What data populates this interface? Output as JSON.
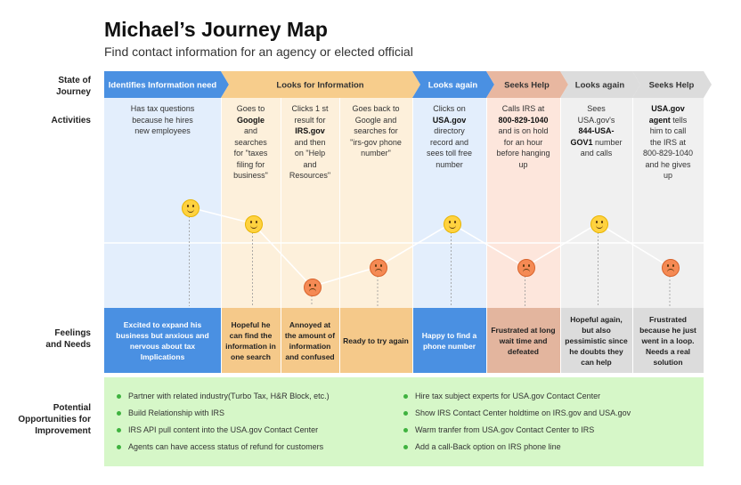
{
  "title": "Michael’s Journey Map",
  "subtitle": "Find contact information for an agency or elected official",
  "row_labels": {
    "state": "State of\nJourney",
    "activities": "Activities",
    "feelings": "Feelings\nand Needs",
    "opportunities": "Potential\nOpportunities for\nImprovement"
  },
  "stages": [
    {
      "label": "Identifies Information need",
      "color": "#4a90e2",
      "text_color": "#ffffff"
    },
    {
      "label": "Looks for Information",
      "color": "#f7cd8c",
      "text_color": "#333333"
    },
    {
      "label": "Looks again",
      "color": "#4a90e2",
      "text_color": "#ffffff"
    },
    {
      "label": "Seeks Help",
      "color": "#e8b7a0",
      "text_color": "#333333"
    },
    {
      "label": "Looks again",
      "color": "#dcdcdc",
      "text_color": "#333333"
    },
    {
      "label": "Seeks Help",
      "color": "#dcdcdc",
      "text_color": "#333333"
    }
  ],
  "columns": [
    {
      "activity": [
        "Has tax questions",
        "because he hires",
        "new employees"
      ],
      "feeling": "Excited to expand his business but anxious and nervous about tax Implications",
      "mood": "happy",
      "bg": "#e3eefc",
      "feel_bg": "#4a90e2",
      "feel_color": "#ffffff"
    },
    {
      "activity": [
        "Goes to",
        "**Google**",
        "and",
        "searches",
        "for \"taxes",
        "filing  for",
        "business\""
      ],
      "feeling": "Hopeful he can find the information in one search",
      "mood": "happy",
      "bg": "#fdf0db",
      "feel_bg": "#f5c98a",
      "feel_color": "#222222"
    },
    {
      "activity": [
        "Clicks 1 st",
        "result for",
        "**IRS.gov**",
        "and then",
        "on \"Help",
        "and",
        "Resources\""
      ],
      "feeling": "Annoyed at the amount of information and confused",
      "mood": "sad",
      "bg": "#fdf0db",
      "feel_bg": "#f5c98a",
      "feel_color": "#222222"
    },
    {
      "activity": [
        "Goes back to",
        "Google  and",
        "searches for",
        "\"irs-gov phone",
        "number\""
      ],
      "feeling": "Ready to try again",
      "mood": "sad",
      "bg": "#fdf0db",
      "feel_bg": "#f5c98a",
      "feel_color": "#222222"
    },
    {
      "activity": [
        "Clicks on",
        "**USA.gov**",
        "directory",
        "record and",
        "sees toll free",
        "number"
      ],
      "feeling": "Happy to find a phone number",
      "mood": "happy",
      "bg": "#e3eefc",
      "feel_bg": "#4a90e2",
      "feel_color": "#ffffff"
    },
    {
      "activity": [
        "Calls IRS at",
        "**800-829-1040**",
        "and is on hold",
        "for an hour",
        "before hanging",
        "up"
      ],
      "feeling": "Frustrated at long wait time and defeated",
      "mood": "sad",
      "bg": "#fde6dc",
      "feel_bg": "#e3b59e",
      "feel_color": "#222222"
    },
    {
      "activity": [
        "Sees",
        "USA.gov's",
        "**844-USA-**",
        "**GOV1** number",
        "and calls"
      ],
      "feeling": "Hopeful again, but also pessimistic since he doubts they can help",
      "mood": "happy",
      "bg": "#f0f0f0",
      "feel_bg": "#dcdcdc",
      "feel_color": "#222222"
    },
    {
      "activity": [
        "**USA.gov**",
        "**agent** tells",
        "him to call",
        "the IRS at",
        "800-829-1040",
        "and he gives",
        "up"
      ],
      "feeling": "Frustrated because he just went in a loop. Needs a real solution",
      "mood": "sad",
      "bg": "#f0f0f0",
      "feel_bg": "#dcdcdc",
      "feel_color": "#222222"
    }
  ],
  "opportunities": {
    "left": [
      "Partner with related industry(Turbo Tax, H&R Block, etc.)",
      "Build Relationship with IRS",
      "IRS API pull content into the USA.gov Contact Center",
      "Agents can have access status of refund for customers"
    ],
    "right": [
      "Hire tax subject experts for USA.gov Contact Center",
      "Show IRS Contact Center holdtime on IRS.gov and USA.gov",
      "Warm tranfer from USA.gov Contact Center to IRS",
      "Add a call-Back option on IRS phone line"
    ]
  }
}
